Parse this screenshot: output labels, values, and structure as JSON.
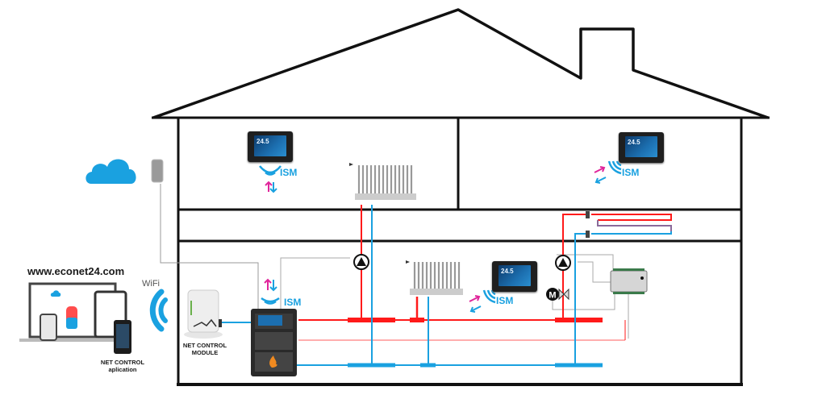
{
  "diagram": {
    "title": "econet heating control system overview",
    "website_label": "www.econet24.com",
    "wifi_label": "WiFi",
    "app_label_line1": "NET CONTROL",
    "app_label_line2": "aplication",
    "module_label_line1": "NET CONTROL",
    "module_label_line2": "MODULE",
    "ism_label": "ISM",
    "thermostat_reading": "24.5",
    "colors": {
      "supply_pipe": "#ff1a1a",
      "return_pipe": "#1aa1e0",
      "signal_up": "#e0269b",
      "signal_down": "#1aa1e0",
      "cloud": "#1aa1e0",
      "wall": "#111111"
    },
    "rooms": [
      {
        "name": "upper-left-room",
        "devices": [
          "room-thermostat-ism",
          "radiator"
        ]
      },
      {
        "name": "upper-right-room",
        "devices": [
          "room-thermostat-ism"
        ]
      },
      {
        "name": "floor-heating-zone",
        "devices": [
          "underfloor-heating-loop"
        ]
      },
      {
        "name": "ground-floor",
        "devices": [
          "boiler-with-controller",
          "net-control-module",
          "radiator",
          "room-thermostat-ism",
          "circulation-pumps",
          "mixing-valve-with-actuator",
          "expansion-module"
        ]
      }
    ]
  }
}
